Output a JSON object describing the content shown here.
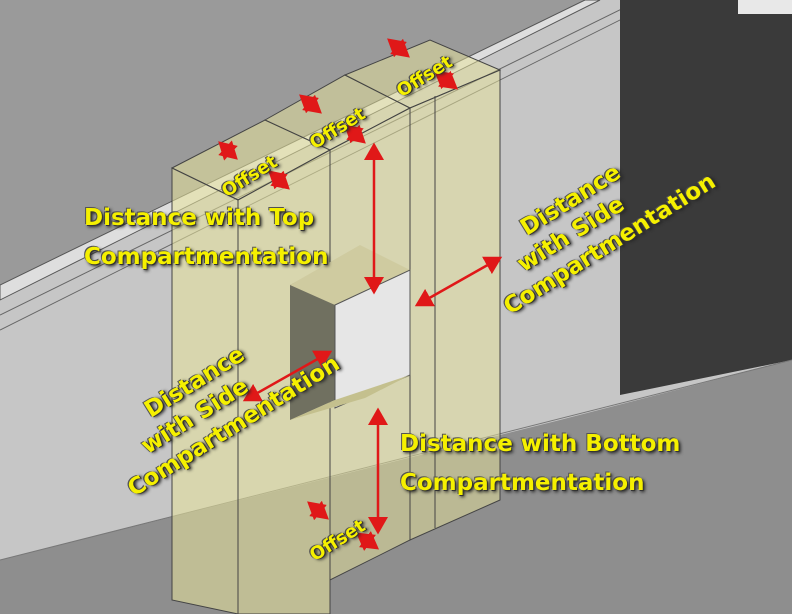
{
  "labels": {
    "top_distance": [
      "Distance with Top",
      "Compartmentation"
    ],
    "side_distance_right": [
      "Distance",
      "with Side",
      "Compartmentation"
    ],
    "side_distance_left": [
      "Distance",
      "with Side",
      "Compartmentation"
    ],
    "bottom_distance": [
      "Distance with Bottom",
      "Compartmentation"
    ],
    "offset": "Offset"
  },
  "colors": {
    "wall": "#c6c6c6",
    "floor": "#8e8e8e",
    "dark_wall": "#3a3a3a",
    "box_fill": "#e8e49a",
    "text": "#f5f000",
    "arrow": "#e01818"
  }
}
